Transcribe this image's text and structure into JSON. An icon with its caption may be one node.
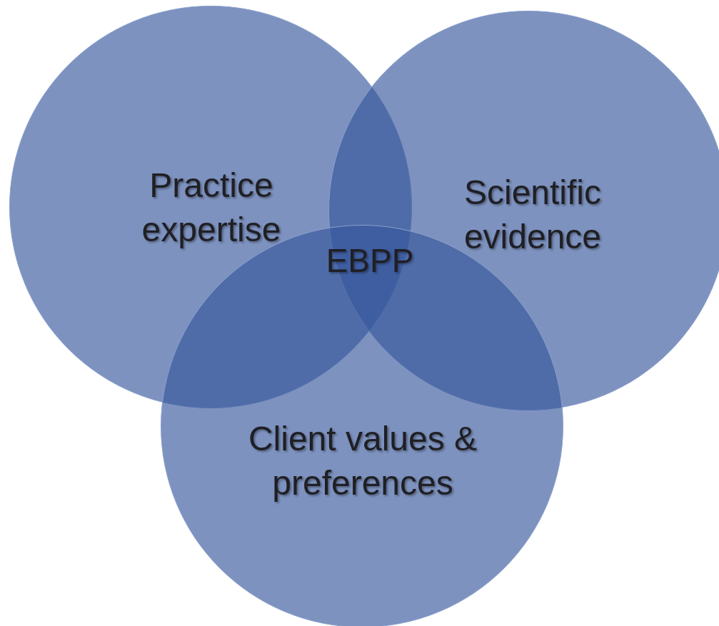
{
  "diagram": {
    "nodes": [
      {
        "text": [
          "Practice expertise"
        ]
      },
      {
        "text": [
          "Scientific evidence"
        ]
      },
      {
        "text": [
          "Client values & preferences"
        ]
      }
    ],
    "labels": [
      "EBPP"
    ]
  }
}
